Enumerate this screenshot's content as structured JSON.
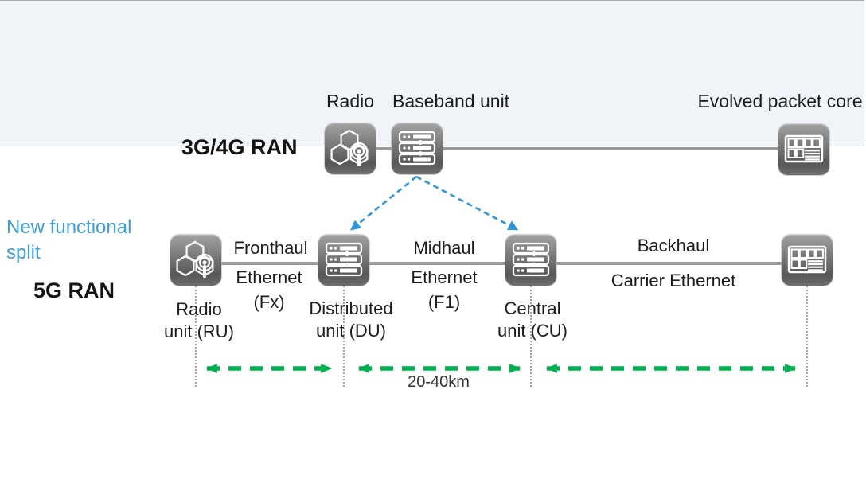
{
  "top_section": {
    "ran_label": "3G/4G RAN",
    "radio_label": "Radio",
    "baseband_label": "Baseband unit",
    "epc_label": "Evolved packet core"
  },
  "band": {
    "new_split_label": "New functional split",
    "ran_label": "5G RAN",
    "nodes": {
      "ru": {
        "line1": "Radio",
        "line2": "unit (RU)"
      },
      "du": {
        "line1": "Distributed",
        "line2": "unit (DU)"
      },
      "cu": {
        "line1": "Central",
        "line2": "unit (CU)"
      }
    },
    "links": {
      "fronthaul": {
        "top": "Fronthaul",
        "mid": "Ethernet",
        "bottom": "(Fx)"
      },
      "midhaul": {
        "top": "Midhaul",
        "mid": "Ethernet",
        "bottom": "(F1)"
      },
      "backhaul": {
        "top": "Backhaul",
        "bottom": "Carrier Ethernet"
      }
    }
  },
  "distance": {
    "label": "20-40km"
  },
  "icons": {
    "radio": "radio-antenna-hexagons-icon",
    "baseband": "server-stack-icon",
    "core": "core-grid-icon"
  },
  "colors": {
    "accent_blue_text": "#3e9edb",
    "split_arrow_blue": "#2f97d8",
    "distance_arrow_green": "#00b050",
    "band_background": "#f0f4f9",
    "connector_gray": "#9a9a9a"
  }
}
